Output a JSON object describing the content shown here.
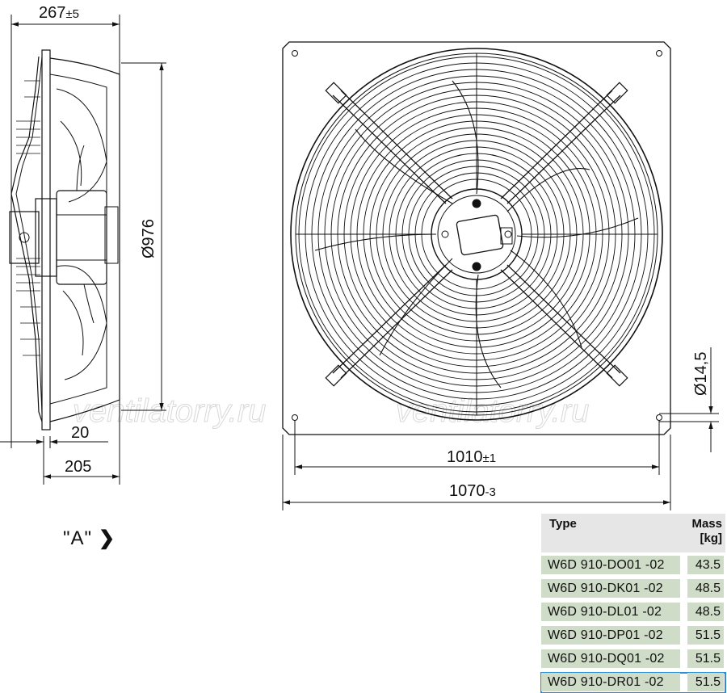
{
  "dimensions": {
    "depth_total": "267",
    "depth_total_tol": "±5",
    "diameter": "Ø976",
    "flange": "20",
    "depth_body": "205",
    "hole_spacing": "1010",
    "hole_spacing_tol": "±1",
    "plate_width": "1070",
    "plate_width_tol": "-3",
    "hole_diameter": "Ø14,5"
  },
  "watermark": "ventilatorry.ru",
  "view_reference": {
    "label": "\"A\"",
    "arrow": "❯"
  },
  "table": {
    "header_type": "Type",
    "header_mass_line1": "Mass",
    "header_mass_line2": "[kg]",
    "rows": [
      {
        "type": "W6D 910-DO01 -02",
        "mass": "43.5"
      },
      {
        "type": "W6D 910-DK01 -02",
        "mass": "48.5"
      },
      {
        "type": "W6D 910-DL01 -02",
        "mass": "48.5"
      },
      {
        "type": "W6D 910-DP01 -02",
        "mass": "51.5"
      },
      {
        "type": "W6D 910-DQ01 -02",
        "mass": "51.5"
      },
      {
        "type": "W6D 910-DR01 -02",
        "mass": "51.5"
      }
    ],
    "selected_row": 5
  },
  "colors": {
    "line": "#111111",
    "row_bg": "#cfdcc8",
    "header_bg": "#e6e6e6",
    "highlight": "#2c8fd6"
  }
}
